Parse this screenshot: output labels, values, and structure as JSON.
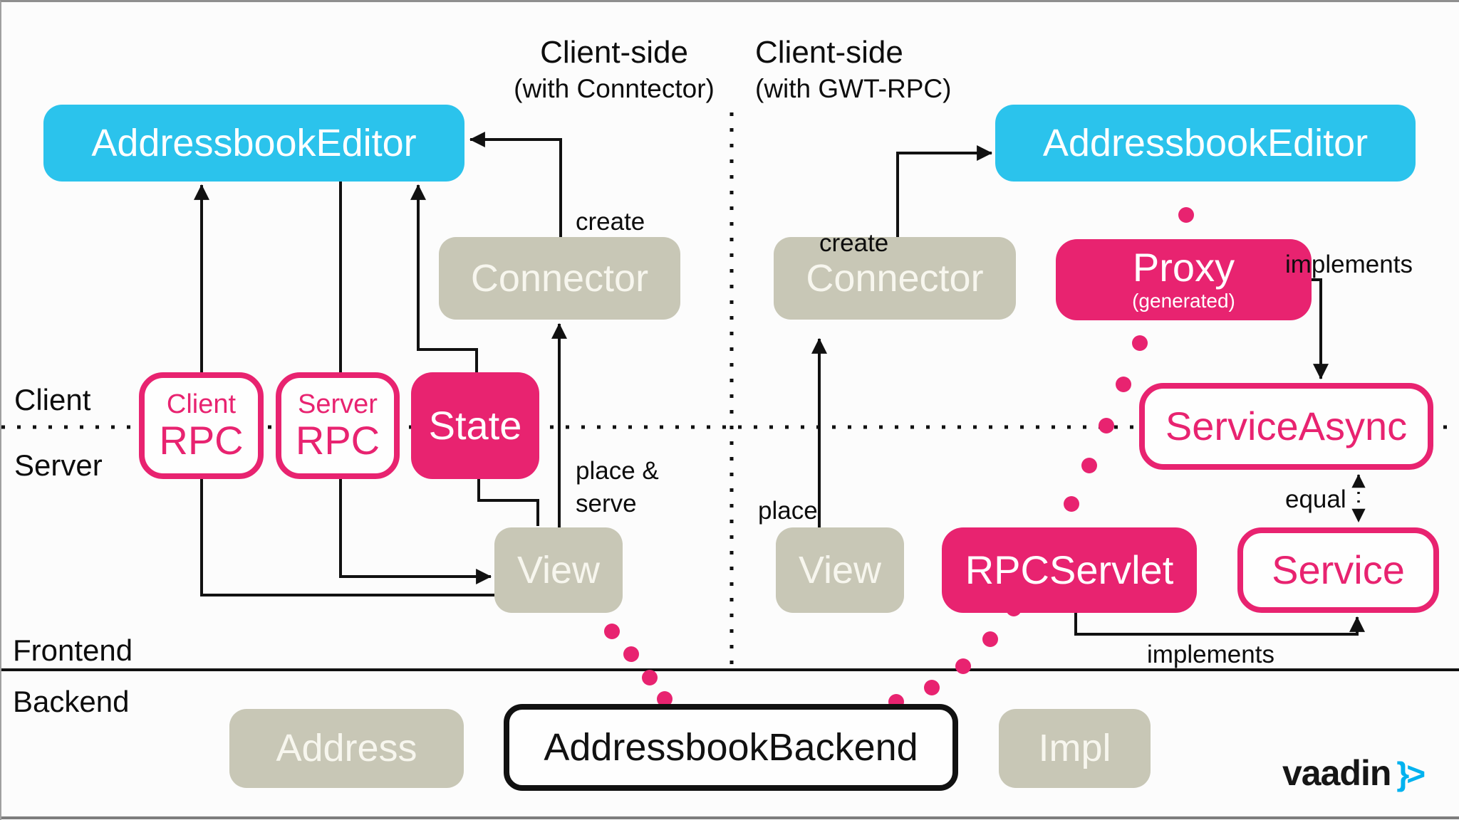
{
  "colors": {
    "cyan": "#2bc3ec",
    "pink": "#e82370",
    "tan": "#c8c7b6",
    "ink": "#111111",
    "logo_blue": "#00b2ef"
  },
  "headers": {
    "left": {
      "title": "Client-side",
      "subtitle": "(with Conntector)"
    },
    "right": {
      "title": "Client-side",
      "subtitle": "(with GWT-RPC)"
    }
  },
  "lanes": {
    "client": "Client",
    "server": "Server",
    "frontend": "Frontend",
    "backend": "Backend"
  },
  "nodes": {
    "editor_left": "AddressbookEditor",
    "connector_left": "Connector",
    "client_rpc": {
      "line1": "Client",
      "line2": "RPC"
    },
    "server_rpc": {
      "line1": "Server",
      "line2": "RPC"
    },
    "state": "State",
    "view_left": "View",
    "editor_right": "AddressbookEditor",
    "connector_right": "Connector",
    "proxy": {
      "title": "Proxy",
      "subtitle": "(generated)"
    },
    "service_async": "ServiceAsync",
    "rpc_servlet": "RPCServlet",
    "service": "Service",
    "view_right": "View",
    "address": "Address",
    "backend": "AddressbookBackend",
    "impl": "Impl"
  },
  "edge_labels": {
    "create_left": "create",
    "create_right": "create",
    "place_serve_line1": "place &",
    "place_serve_line2": "serve",
    "place": "place",
    "implements_top": "implements",
    "implements_bottom": "implements",
    "equal": "equal"
  },
  "logo": {
    "word": "vaadin",
    "glyph": "}>"
  }
}
